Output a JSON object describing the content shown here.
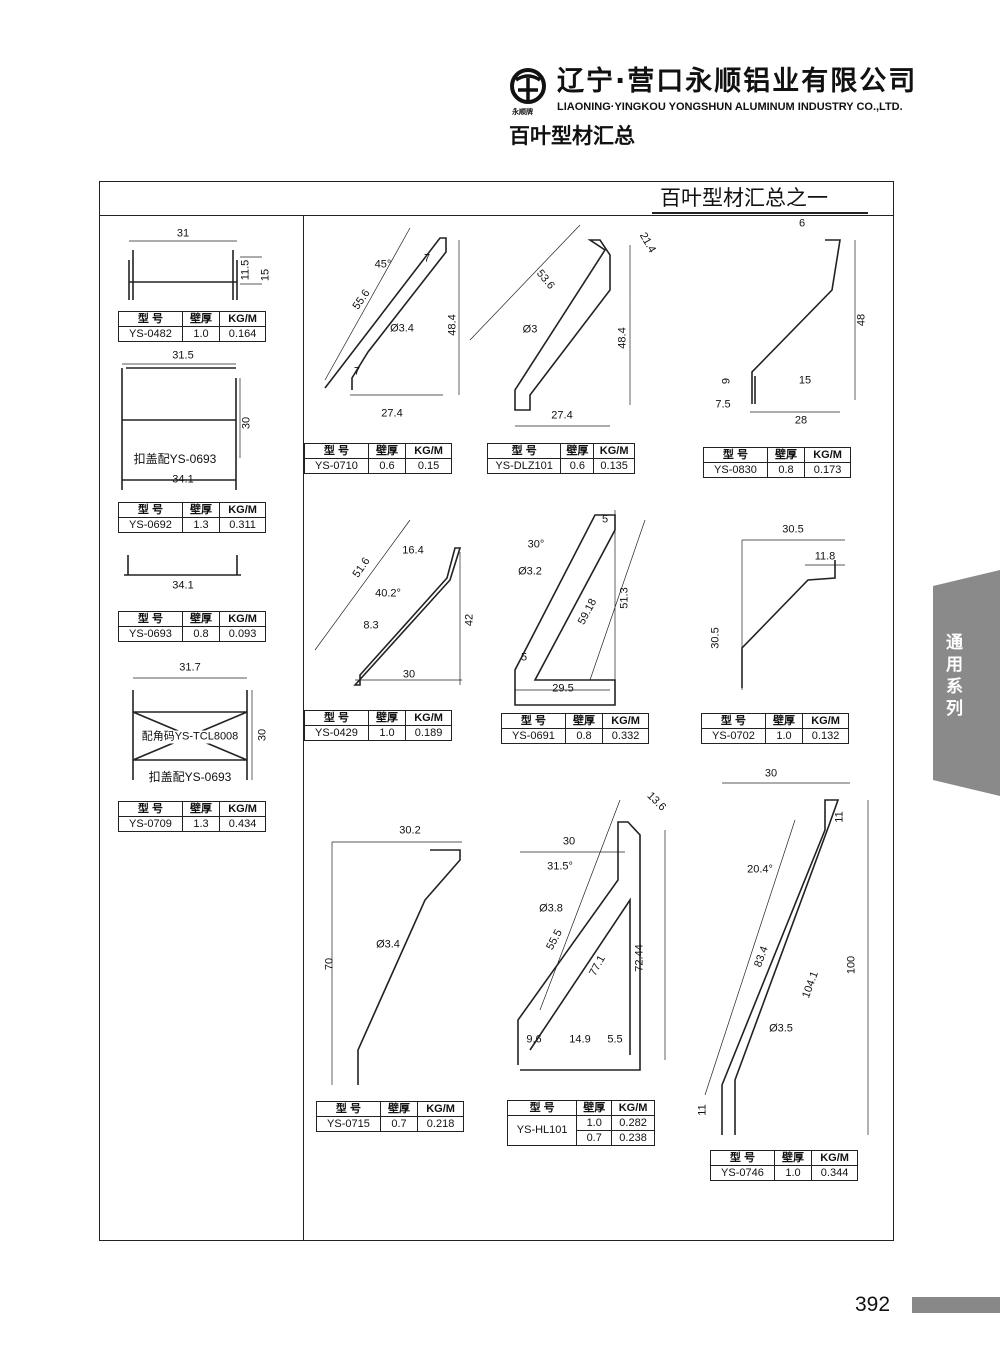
{
  "header": {
    "company_cn": "辽宁·营口永顺铝业有限公司",
    "company_en": "LIAONING·YINGKOU YONGSHUN ALUMINUM INDUSTRY CO.,LTD.",
    "logo_text": "永顺牌",
    "page_title": "百叶型材汇总"
  },
  "frame_title": "百叶型材汇总之一",
  "table_headers": {
    "model": "型 号",
    "wall": "壁厚",
    "kgm": "KG/M"
  },
  "profiles": [
    {
      "model": "YS-0482",
      "wall": "1.0",
      "kgm": "0.164",
      "dims": [
        "31",
        "11.5",
        "15"
      ]
    },
    {
      "model": "YS-0692",
      "wall": "1.3",
      "kgm": "0.311",
      "dims": [
        "31.5",
        "30",
        "扣盖配YS-0693",
        "34.1"
      ]
    },
    {
      "model": "YS-0693",
      "wall": "0.8",
      "kgm": "0.093",
      "dims": [
        "34.1"
      ]
    },
    {
      "model": "YS-0709",
      "wall": "1.3",
      "kgm": "0.434",
      "dims": [
        "31.7",
        "配角码YS-TCL8008",
        "30",
        "扣盖配YS-0693"
      ]
    },
    {
      "model": "YS-0710",
      "wall": "0.6",
      "kgm": "0.15",
      "dims": [
        "45°",
        "7",
        "55.6",
        "Ø3.4",
        "48.4",
        "7",
        "27.4"
      ]
    },
    {
      "model": "YS-DLZ101",
      "wall": "0.6",
      "kgm": "0.135",
      "dims": [
        "53.6",
        "21.4",
        "Ø3",
        "48.4",
        "27.4"
      ]
    },
    {
      "model": "YS-0830",
      "wall": "0.8",
      "kgm": "0.173",
      "dims": [
        "6",
        "48",
        "15",
        "9",
        "7.5",
        "28"
      ]
    },
    {
      "model": "YS-0429",
      "wall": "1.0",
      "kgm": "0.189",
      "dims": [
        "16.4",
        "51.6",
        "40.2°",
        "8.3",
        "42",
        "30"
      ]
    },
    {
      "model": "YS-0691",
      "wall": "0.8",
      "kgm": "0.332",
      "dims": [
        "5",
        "30°",
        "Ø3.2",
        "59.18",
        "51.3",
        "5",
        "29.5"
      ]
    },
    {
      "model": "YS-0702",
      "wall": "1.0",
      "kgm": "0.132",
      "dims": [
        "30.5",
        "11.8",
        "30.5"
      ]
    },
    {
      "model": "YS-0715",
      "wall": "0.7",
      "kgm": "0.218",
      "dims": [
        "30.2",
        "Ø3.4",
        "70"
      ]
    },
    {
      "model": "YS-HL101",
      "wall": "1.0",
      "kgm": "0.282",
      "wall2": "0.7",
      "kgm2": "0.238",
      "dims": [
        "13.6",
        "30",
        "31.5°",
        "Ø3.8",
        "55.5",
        "77.1",
        "72.44",
        "9.6",
        "14.9",
        "5.5"
      ]
    },
    {
      "model": "YS-0746",
      "wall": "1.0",
      "kgm": "0.344",
      "dims": [
        "30",
        "11",
        "20.4°",
        "83.4",
        "104.1",
        "100",
        "Ø3.5",
        "11"
      ]
    }
  ],
  "side_tab": "通用系列",
  "page_number": "392",
  "colors": {
    "tab": "#8a8a8a",
    "ink": "#111111"
  }
}
